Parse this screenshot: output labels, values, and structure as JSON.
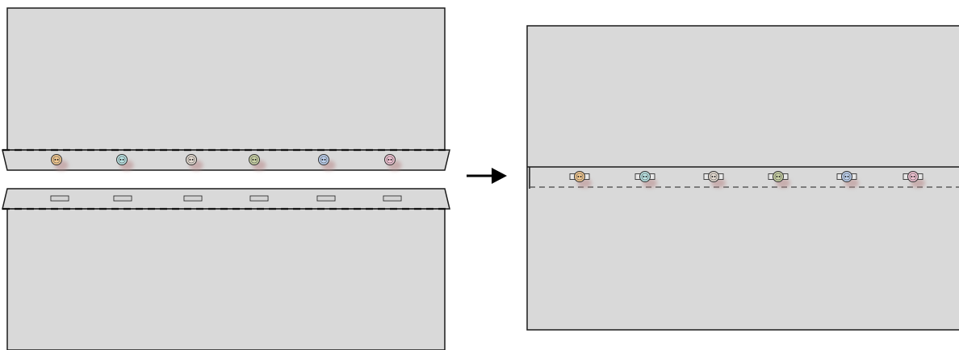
{
  "diagram": {
    "description_text": "",
    "left": {
      "upper_panel": {
        "button_count": 6,
        "buttons": [
          {
            "color": "#f4c98f",
            "icon": "button-orange"
          },
          {
            "color": "#b9e3e3",
            "icon": "button-teal"
          },
          {
            "color": "#e6dcd2",
            "icon": "button-beige"
          },
          {
            "color": "#c9d2a4",
            "icon": "button-olive"
          },
          {
            "color": "#bcd0ee",
            "icon": "button-blue"
          },
          {
            "color": "#f1c3d3",
            "icon": "button-pink"
          }
        ]
      },
      "lower_panel": {
        "buttonhole_count": 6
      }
    },
    "arrow": {
      "icon": "right-arrow-icon"
    },
    "right": {
      "joined_panel": {
        "button_count": 6
      }
    },
    "colors": {
      "panel_fill": "#d9d9d9",
      "panel_stroke": "#1a1a1a",
      "seam_stroke": "#111111",
      "shadow": "#b98a8a"
    }
  }
}
